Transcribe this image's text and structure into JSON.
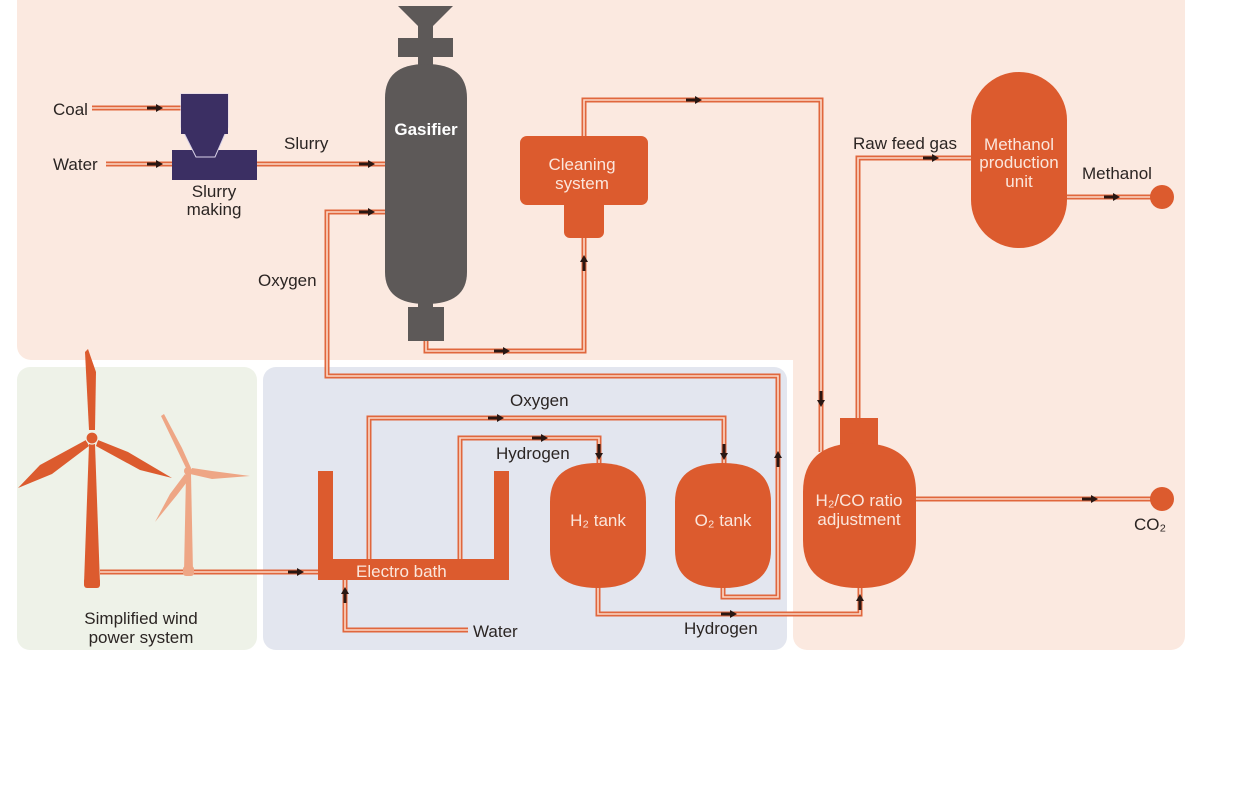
{
  "diagram": {
    "title": "Coal-to-methanol process with wind-powered electrolysis",
    "colors": {
      "process_orange": "#dc5b2e",
      "pipe_orange": "#e0673d",
      "turbine_pale": "#eea685",
      "gasifier_grey": "#5d5958",
      "slurry_navy": "#3b2f63",
      "peach_background": "#fbe9e0",
      "wind_background": "#eef2e8",
      "electrolysis_background": "#e3e6ef",
      "arrow_dark": "#2a1712"
    },
    "inputs": {
      "coal": "Coal",
      "water": "Water"
    },
    "slurry": {
      "stream_label": "Slurry",
      "unit_line1": "Slurry",
      "unit_line2": "making"
    },
    "gasifier": {
      "label": "Gasifier",
      "oxygen_label": "Oxygen"
    },
    "cleaning": {
      "line1": "Cleaning",
      "line2": "system"
    },
    "methanol_unit": {
      "feed_label": "Raw feed gas",
      "line1": "Methanol",
      "line2": "production",
      "line3": "unit",
      "output_label": "Methanol"
    },
    "ratio_adjustment": {
      "line1": "H₂/CO ratio",
      "line2": "adjustment",
      "co2_label": "CO₂"
    },
    "electrolysis": {
      "oxygen_label": "Oxygen",
      "hydrogen_label": "Hydrogen",
      "h2_tank": "H₂ tank",
      "o2_tank": "O₂ tank",
      "bath": "Electro bath",
      "water_label": "Water",
      "hydrogen_out_label": "Hydrogen"
    },
    "wind": {
      "line1": "Simplified wind",
      "line2": "power system"
    }
  }
}
